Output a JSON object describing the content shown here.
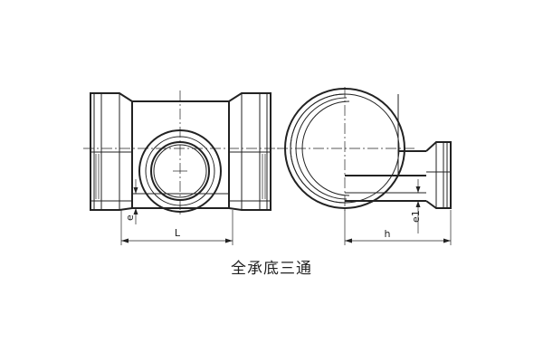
{
  "caption": "全承底三通",
  "dimensions": {
    "length": "L",
    "socket_offset": "e",
    "branch_height": "h",
    "branch_socket_offset": "e1"
  },
  "colors": {
    "line": "#222222",
    "background": "#ffffff"
  }
}
